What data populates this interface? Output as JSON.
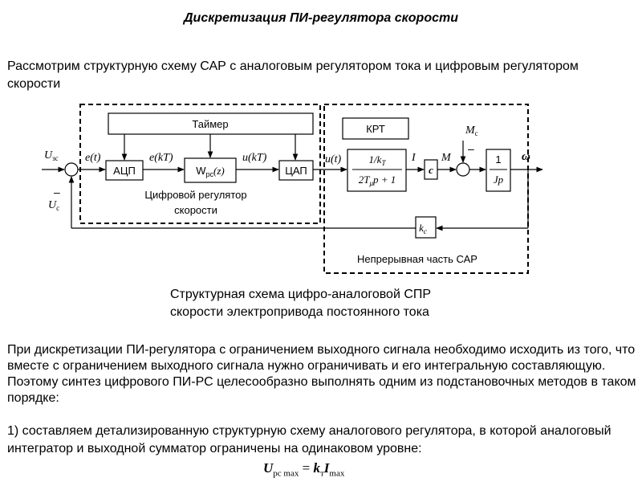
{
  "title": "Дискретизация ПИ-регулятора скорости",
  "intro": "Рассмотрим структурную схему САР с аналоговым регулятором тока и цифровым регулятором скорости",
  "diagram": {
    "timer": "Таймер",
    "adc": "АЦП",
    "dac": "ЦАП",
    "controller_w": "W",
    "controller_w_sub": "рс",
    "controller_w_arg": "(z)",
    "digital_region_label_1": "Цифровой регулятор",
    "digital_region_label_2": "скорости",
    "continuous_region_label": "Непрерывная часть САР",
    "krt": "КРТ",
    "input_u": "U",
    "input_u_sub": "зс",
    "feedback_u": "U",
    "feedback_u_sub": "с",
    "minus": "–",
    "e_t": "e(t)",
    "e_kt": "e(kT)",
    "u_kt": "u(kT)",
    "u_t": "u(t)",
    "tf_num": "1/k",
    "tf_num_sub": "T",
    "tf_den": "2T",
    "tf_den_sub": "μ",
    "tf_den_rest": "p + 1",
    "current": "I",
    "c_block": "c",
    "torque": "M",
    "load_torque": "M",
    "load_torque_sub": "c",
    "mech_num": "1",
    "mech_den": "Jp",
    "omega": "ω",
    "kc": "k",
    "kc_sub": "c"
  },
  "caption_1": "Структурная схема цифро-аналоговой СПР",
  "caption_2": "скорости электропривода постоянного тока",
  "paragraph": "При дискретизации ПИ-регулятора с ограничением выходного сигнала необходимо исходить из того, что вместе с ограничением выходного сигнала нужно ограничивать и его интегральную составляющую. Поэтому синтез цифрового ПИ-РС целесообразно выполнять одним из подстановочных методов в таком порядке:",
  "step_1": "1) составляем детализированную структурную схему аналогового регулятора, в которой аналоговый интегратор и выходной сумматор ограничены на одинаковом уровне:",
  "formula": {
    "lhs": "U",
    "lhs_sub": "рс max",
    "eq": " = ",
    "k": "k",
    "k_sub": "т",
    "i": "I",
    "i_sub": "max"
  }
}
